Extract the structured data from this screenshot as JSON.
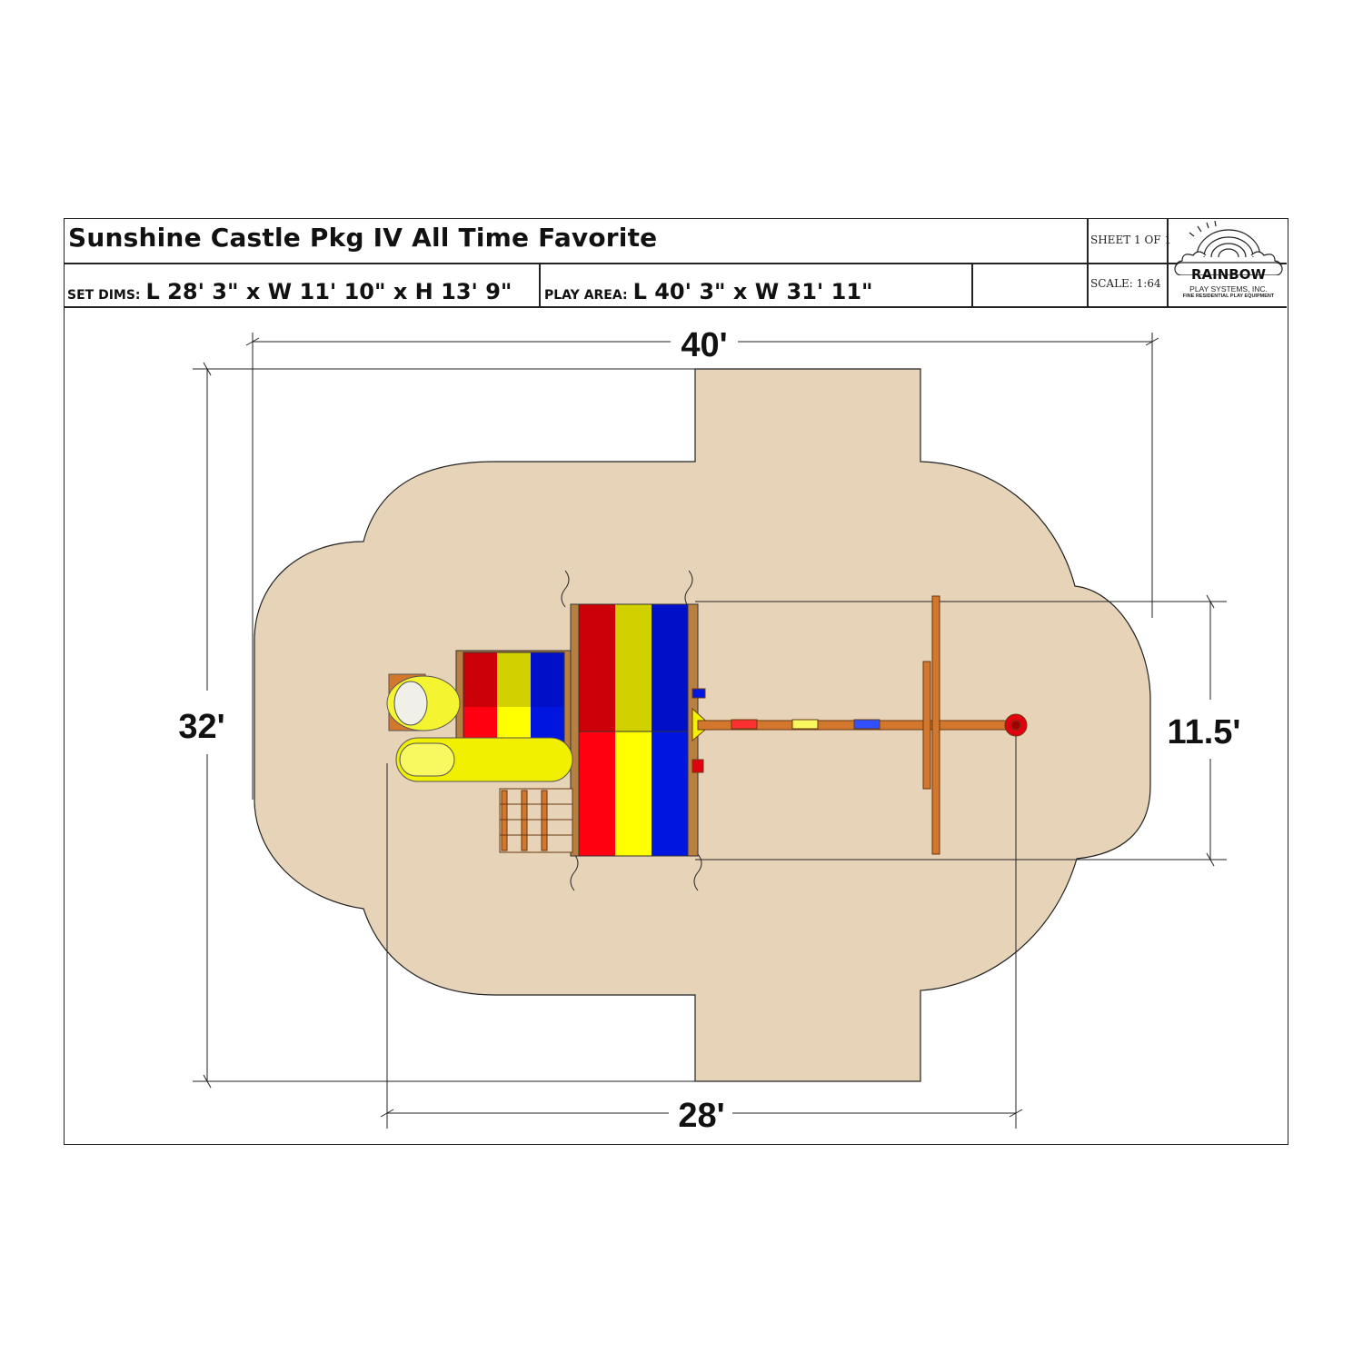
{
  "title_block": {
    "title": "Sunshine Castle Pkg IV All Time Favorite",
    "sheet": "SHEET 1 OF 1",
    "scale": "SCALE: 1:64",
    "set_dims_label": "SET DIMS:",
    "set_dims_value": "L 28' 3\" x W 11' 10\" x H 13' 9\"",
    "play_area_label": "PLAY AREA:",
    "play_area_value": "L 40' 3\" x W 31' 11\""
  },
  "logo": {
    "name": "RAINBOW",
    "line1": "PLAY SYSTEMS, INC.",
    "line2": "FINE RESIDENTIAL PLAY EQUIPMENT"
  },
  "dimensions": {
    "play_area_length": "40'",
    "play_area_width": "32'",
    "set_length": "28'",
    "set_width": "11.5'"
  },
  "colors": {
    "play_area_fill": "#e6d3b8",
    "red": "#e8000a",
    "yellow": "#f2f200",
    "blue": "#0016e0",
    "wood": "#d2772e"
  }
}
